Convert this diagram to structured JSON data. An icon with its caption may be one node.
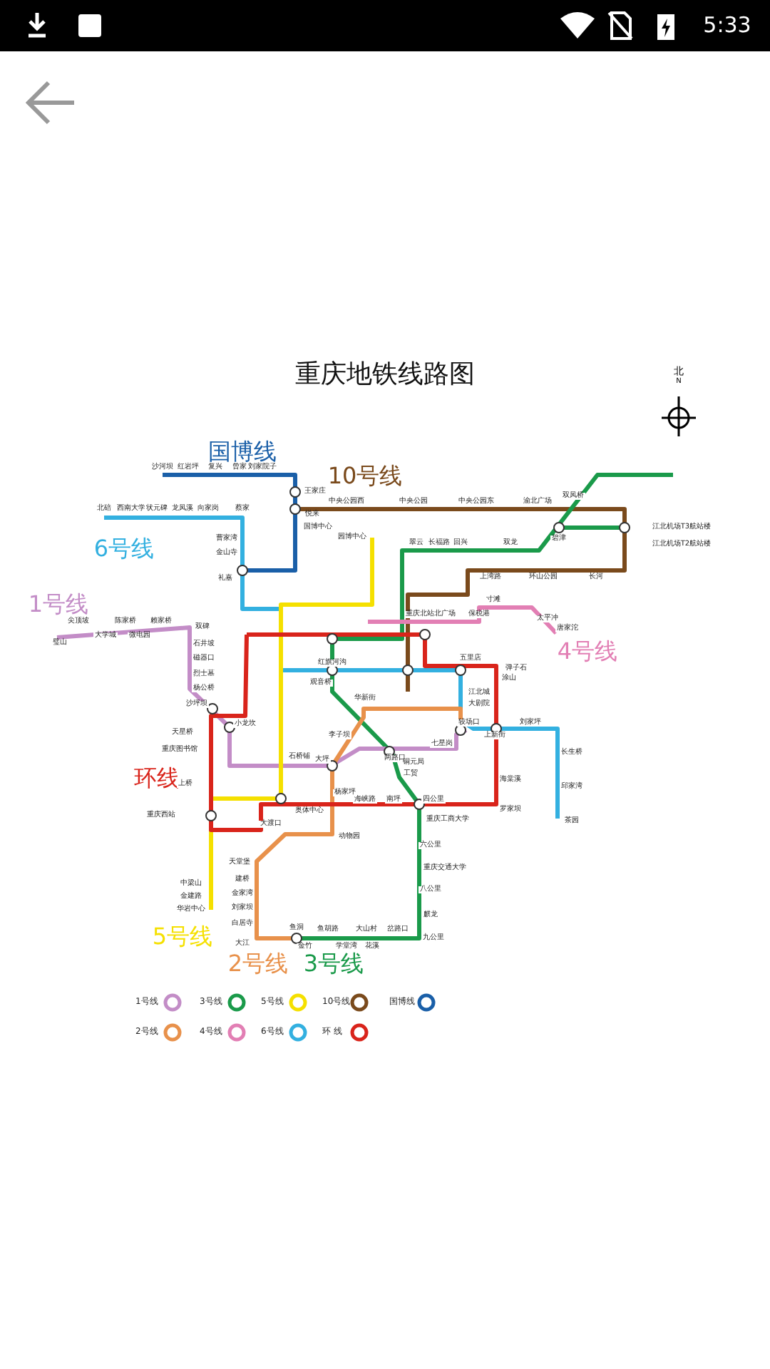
{
  "diagram": {
    "title": "重庆地铁线路图",
    "labels": [
      "5:33",
      "北",
      "N",
      "国博线",
      "10号线",
      "6号线",
      "1号线",
      "4号线",
      "环线",
      "5号线",
      "2号线",
      "3号线",
      "沙河坝",
      "红岩坪",
      "复兴",
      "曾家",
      "刘家院子",
      "王家庄",
      "悦来",
      "国博中心",
      "北碚",
      "西南大学",
      "状元碑",
      "龙凤溪",
      "向家岗",
      "蔡家",
      "曹家湾",
      "金山寺",
      "礼嘉",
      "中央公园西",
      "中央公园",
      "中央公园东",
      "渝北广场",
      "江北机场T3航站楼",
      "江北机场T2航站楼",
      "双凤桥",
      "碧津",
      "翠云",
      "长福路",
      "回兴",
      "双龙",
      "上湾路",
      "环山公园",
      "长河",
      "园博中心",
      "璧山",
      "尖顶坡",
      "大学城",
      "陈家桥",
      "微电园",
      "赖家桥",
      "双碑",
      "石井坡",
      "磁器口",
      "烈士墓",
      "杨公桥",
      "沙坪坝",
      "小龙坎",
      "天星桥",
      "重庆图书馆",
      "上桥",
      "重庆西站",
      "石桥铺",
      "寸滩",
      "保税港",
      "太平冲",
      "唐家沱",
      "重庆北站北广场",
      "五里店",
      "弹子石",
      "涂山",
      "江北城",
      "大剧院",
      "上新街",
      "刘家坪",
      "长生桥",
      "邱家湾",
      "茶园",
      "海棠溪",
      "罗家坝",
      "红旗河沟",
      "观音桥",
      "华新街",
      "李子坝",
      "大坪",
      "两路口",
      "七星岗",
      "较场口",
      "海峡路",
      "南坪",
      "四公里",
      "杨家坪",
      "奥体中心",
      "动物园",
      "大渡口",
      "天堂堡",
      "建桥",
      "金家湾",
      "刘家坝",
      "白居寺",
      "大江",
      "鱼洞",
      "金竹",
      "鱼胡路",
      "学堂湾",
      "大山村",
      "花溪",
      "岔路口",
      "九公里",
      "麒龙",
      "八公里",
      "重庆交通大学",
      "六公里",
      "重庆工商大学",
      "工贸",
      "铜元局",
      "华岩中心",
      "金建路",
      "中梁山"
    ],
    "legend": [
      {
        "text": "1号线",
        "color": "#c38dc7"
      },
      {
        "text": "3号线",
        "color": "#1a9a4a"
      },
      {
        "text": "5号线",
        "color": "#f5e000"
      },
      {
        "text": "10号线",
        "color": "#7a4a1c"
      },
      {
        "text": "国博线",
        "color": "#1a5fa8"
      },
      {
        "text": "2号线",
        "color": "#e8914b"
      },
      {
        "text": "4号线",
        "color": "#e27fb4"
      },
      {
        "text": "6号线",
        "color": "#33b0e0"
      },
      {
        "text": "环 线",
        "color": "#d9241b"
      }
    ]
  }
}
